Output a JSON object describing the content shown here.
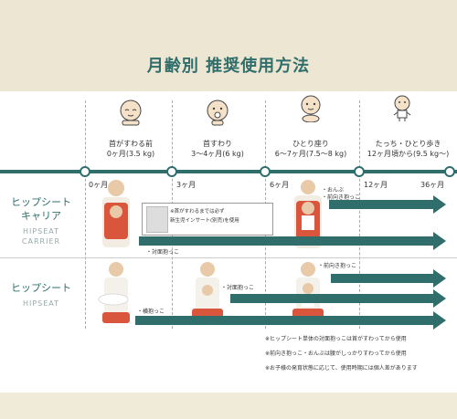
{
  "title": "月齢別 推奨使用方法",
  "stages": [
    {
      "label": "首がすわる前",
      "age": "0ヶ月(3.5 kg)"
    },
    {
      "label": "首すわり",
      "age": "3〜4ヶ月(6 kg)"
    },
    {
      "label": "ひとり座り",
      "age": "6〜7ヶ月(7.5〜8 kg)"
    },
    {
      "label": "たっち・ひとり歩き",
      "age": "12ヶ月頃から(9.5 kg〜)"
    }
  ],
  "timeline": [
    "0ヶ月",
    "3ヶ月",
    "6ヶ月",
    "12ヶ月",
    "36ヶ月"
  ],
  "rows": [
    {
      "jp_line1": "ヒップシート",
      "jp_line2": "キャリア",
      "en_line1": "HIPSEAT",
      "en_line2": "CARRIER"
    },
    {
      "jp_line1": "ヒップシート",
      "en_line1": "HIPSEAT"
    }
  ],
  "insert_note": {
    "line1": "※首がすわるまでは必ず",
    "line2": "新生児インサート(別売)を使用"
  },
  "annotations": {
    "carrier_front": "・対面抱っこ",
    "carrier_onbu": "・おんぶ",
    "carrier_forward": "・前向き抱っこ",
    "hip_horizontal": "・横抱っこ",
    "hip_front": "・対面抱っこ",
    "hip_forward": "・前向き抱っこ"
  },
  "notes": [
    "※ヒップシート単体の対面抱っこは首がすわってから使用",
    "※前向き抱っこ・おんぶは腰がしっかりすわってから使用",
    "※お子様の発育状態に応じて、使用時期には個人差があります"
  ],
  "colors": {
    "accent": "#2f6e6b",
    "carrier": "#d9553b",
    "beige": "#f0ead9"
  }
}
